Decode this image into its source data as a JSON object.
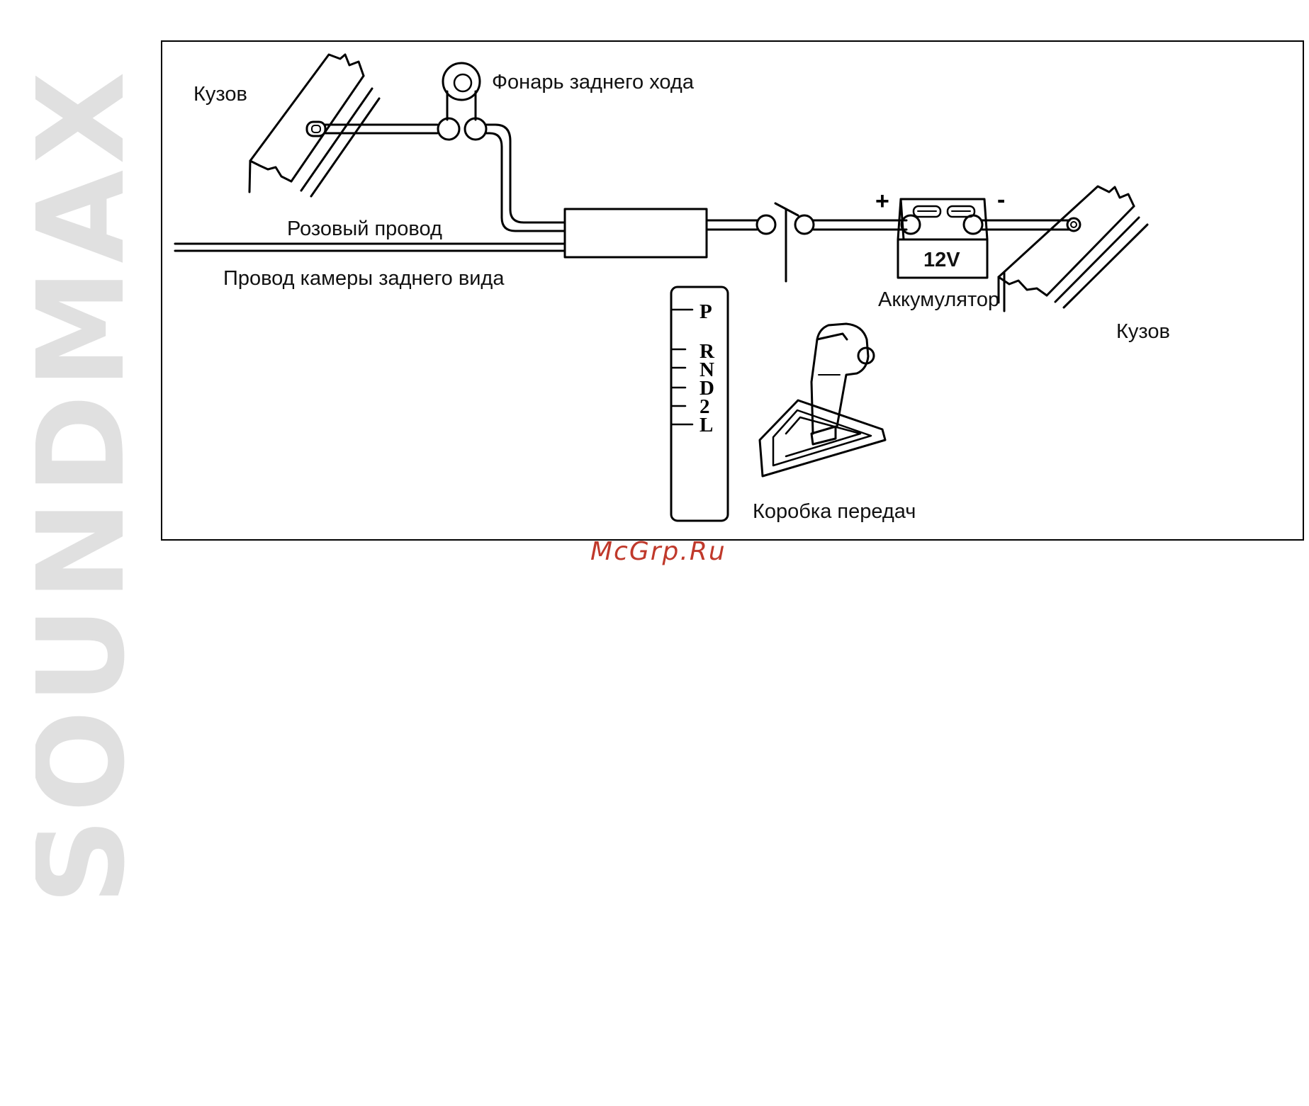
{
  "brand": {
    "name": "SOUNDMAX",
    "color": "#e0e0e0"
  },
  "diagram": {
    "labels": {
      "body_top_left": "Кузов",
      "reverse_lamp": "Фонарь заднего хода",
      "pink_wire": "Розовый провод",
      "camera_wire": "Провод камеры заднего вида",
      "gearbox": "Коробка передач",
      "battery": "Аккумулятор",
      "body_right": "Кузов",
      "battery_voltage": "12V",
      "plus": "+",
      "minus": "-"
    },
    "gear_positions": [
      "P",
      "R",
      "N",
      "D",
      "2",
      "L"
    ]
  },
  "watermark": {
    "text": "McGrp.Ru",
    "color": "#c0392b"
  }
}
